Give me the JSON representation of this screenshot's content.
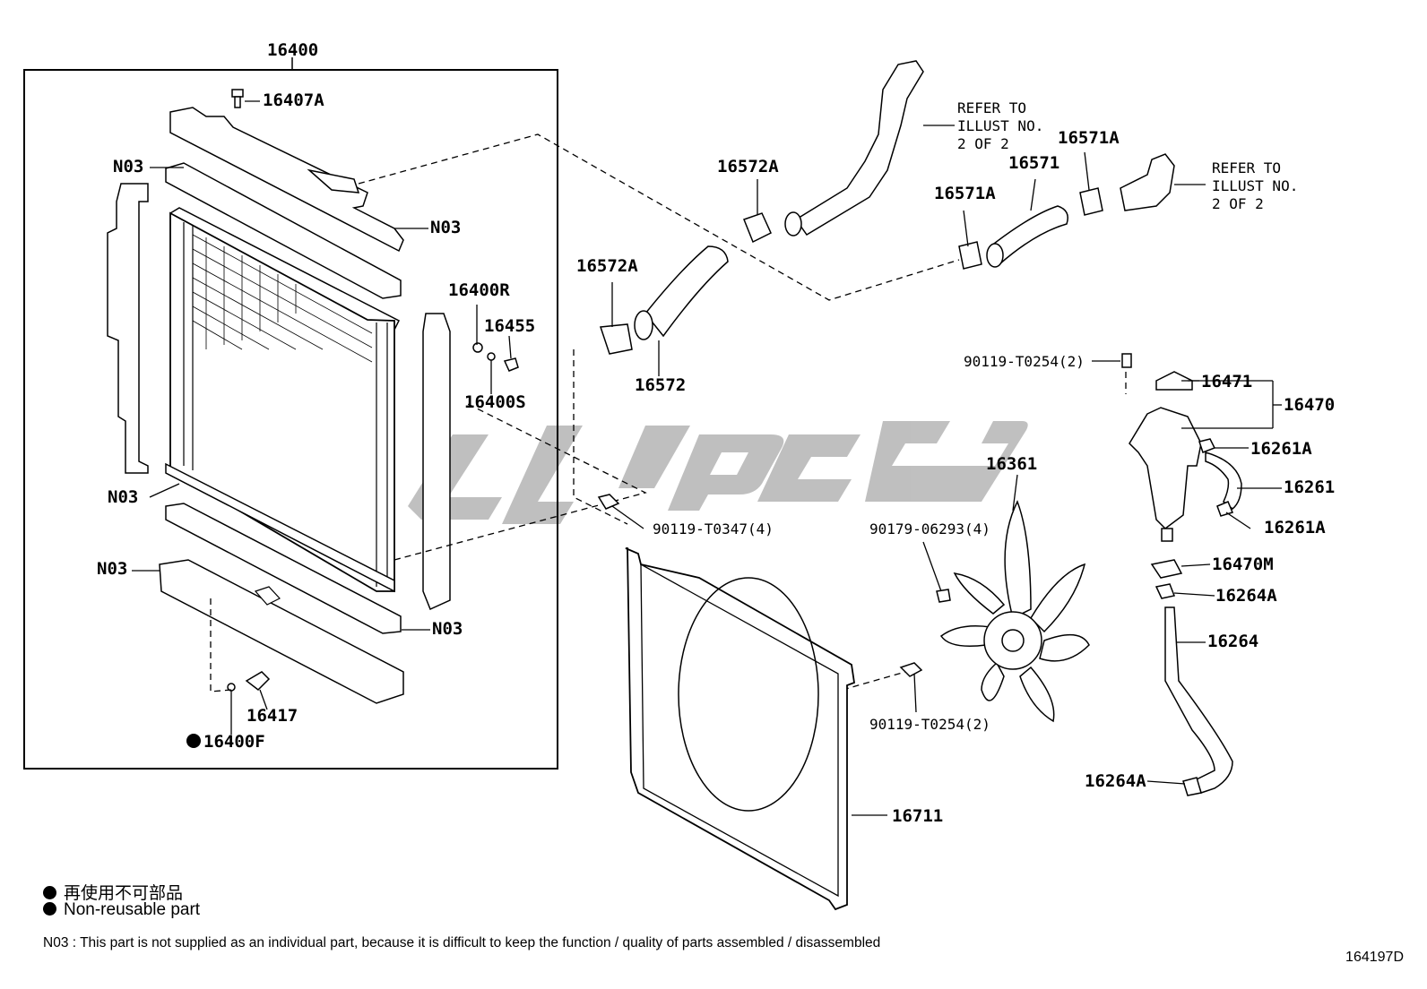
{
  "labels": {
    "main_assembly": "16400",
    "cap_16407A": "16407A",
    "n03_top_left": "N03",
    "n03_top_right": "N03",
    "n03_mid_left": "N03",
    "n03_bottom_left": "N03",
    "n03_bottom_right": "N03",
    "p16400R": "16400R",
    "p16455": "16455",
    "p16400S": "16400S",
    "p16417": "16417",
    "p16400F": "16400F",
    "p16572A_upper": "16572A",
    "p16572A_lower": "16572A",
    "p16572": "16572",
    "p16571A_left": "16571A",
    "p16571": "16571",
    "p16571A_right": "16571A",
    "bolt_top_right": "90119-T0254(2)",
    "bolt_left": "90119-T0347(4)",
    "nut_fan": "90179-06293(4)",
    "bolt_fan": "90119-T0254(2)",
    "p16361": "16361",
    "p16711": "16711",
    "p16471": "16471",
    "p16470": "16470",
    "p16261A_top": "16261A",
    "p16261": "16261",
    "p16261A_bottom": "16261A",
    "p16470M": "16470M",
    "p16264A_top": "16264A",
    "p16264": "16264",
    "p16264A_bottom": "16264A"
  },
  "refer_upper": [
    "REFER TO",
    "ILLUST NO.",
    "2 OF 2"
  ],
  "refer_right": [
    "REFER TO",
    "ILLUST NO.",
    "2 OF 2"
  ],
  "legend": {
    "non_reusable_jp": "再使用不可部品",
    "non_reusable_en": "Non-reusable part"
  },
  "footnote": "N03 : This part is not supplied as an individual part, because it is difficult to keep the function / quality of parts assembled / disassembled",
  "figure_id": "164197D",
  "colors": {
    "line": "#000000",
    "watermark": "#b5b5b5"
  }
}
